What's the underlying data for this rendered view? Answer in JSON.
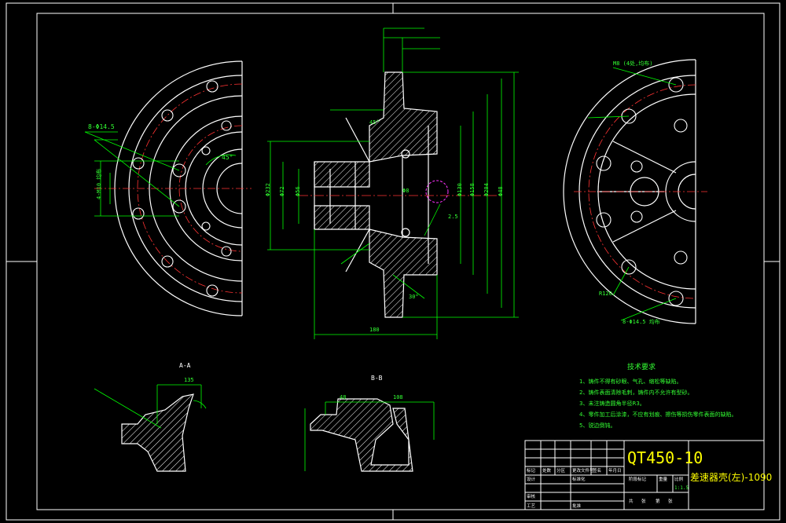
{
  "colors": {
    "background": "#000000",
    "outline": "#ffffff",
    "centerline": "#ff3333",
    "dimension": "#00ff00",
    "hatch": "#ffffff",
    "highlight": "#ff33ff",
    "text_green": "#33ff33",
    "title_yellow": "#ffff00"
  },
  "views": {
    "section_a": "A-A",
    "section_b": "B-B"
  },
  "material": "QT450-10",
  "drawing_title": "差速器壳(左)-1090",
  "tech_requirements": {
    "heading": "技术要求",
    "items": [
      "1、铸件不得有砂眼、气孔、缩松等缺陷。",
      "2、铸件表面清除毛刺，铸件内不允许有型砂。",
      "3、未注铸造圆角半径R3。",
      "4、零件加工后涂漆，不应有划痕、擦伤等损伤零件表面的缺陷。",
      "5、锐边倒钝。"
    ]
  },
  "dims_front": {
    "d1": "Φ56",
    "d2": "Φ72",
    "d3": "Φ130",
    "d4": "Φ158",
    "d5": "Φ204",
    "d6": "Φ232",
    "d7": "Φ8",
    "len": "180",
    "x1": "2.5",
    "a1": "45°",
    "a2": "30°",
    "bore": "Φ48"
  },
  "dims_left": {
    "holes": "8-Φ14.5",
    "hole_text": "4-M10 均布",
    "angle": "45°"
  },
  "dims_right": {
    "holes": "8-Φ14.5 均布",
    "r": "R120",
    "note": "M8 (4处,均布)"
  },
  "title_block": {
    "scale": "1:1.5",
    "row_labels": [
      "标记",
      "处数",
      "分区",
      "更改文件号",
      "签名",
      "年月日"
    ],
    "role_labels": [
      "设计",
      "审核",
      "工艺",
      "批准"
    ],
    "std": "标准化",
    "stage_labels": [
      "阶段标记",
      "重量",
      "比例"
    ],
    "sheet_labels": [
      "共",
      "张",
      "第",
      "张"
    ]
  }
}
